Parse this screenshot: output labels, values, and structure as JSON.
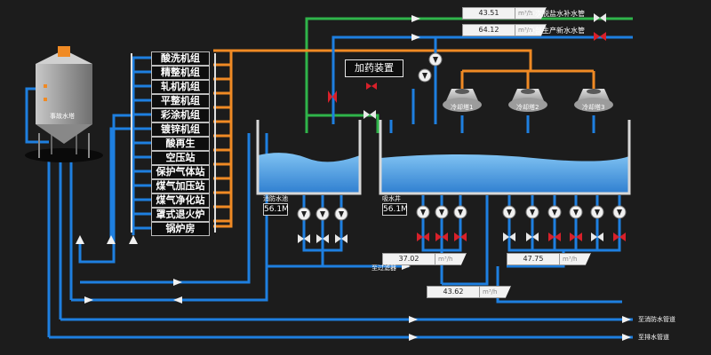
{
  "units": [
    "酸洗机组",
    "精整机组",
    "轧机机组",
    "平整机组",
    "彩涂机组",
    "镀锌机组",
    "酸再生",
    "空压站",
    "保护气体站",
    "煤气加压站",
    "煤气净化站",
    "罩式退火炉",
    "锅炉房"
  ],
  "silo_label": "事故水塔",
  "dosing_label": "加药装置",
  "tanks": {
    "fire_label": "消防水池",
    "fire_value": "56.1M",
    "suction_label": "吸水井",
    "suction_value": "56.1M"
  },
  "cooling_towers": [
    "冷却塔1",
    "冷却塔2",
    "冷却塔3"
  ],
  "flows": [
    {
      "id": "desalted",
      "value": "43.51",
      "unit": "m³/h",
      "label": "一次脱盐水补水管"
    },
    {
      "id": "external",
      "value": "64.12",
      "unit": "m³/h",
      "label": "外部生产新水水管"
    },
    {
      "id": "filter",
      "value": "37.02",
      "unit": "m³/h",
      "label": "至过滤器"
    },
    {
      "id": "right",
      "value": "47.75",
      "unit": "m³/h",
      "label": ""
    },
    {
      "id": "bottom",
      "value": "43.62",
      "unit": "m³/h",
      "label": ""
    }
  ],
  "outlets": {
    "fire": "至消防水管道",
    "drain": "至排水管道"
  },
  "colors": {
    "blue": "#1e7fe0",
    "orange": "#f08a24",
    "green": "#2fb44a",
    "white": "#e8e8e8",
    "valve_red": "#d8202a"
  }
}
